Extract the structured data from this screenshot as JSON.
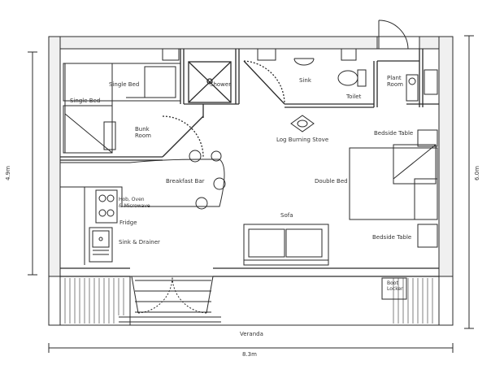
{
  "labels": {
    "single_bed_1": "Single Bed",
    "single_bed_2": "Single Bed",
    "shower": "Shower",
    "sink": "Sink",
    "toilet": "Toilet",
    "plant_room_1": "Plant",
    "plant_room_2": "Room",
    "bunk_room_1": "Bunk",
    "bunk_room_2": "Room",
    "log_burning_stove": "Log Burning Stove",
    "bedside_table_top": "Bedside Table",
    "breakfast_bar": "Breakfast Bar",
    "double_bed": "Double Bed",
    "hob_1": "Hob, Oven",
    "hob_2": "& Microwave",
    "fridge": "Fridge",
    "sofa": "Sofa",
    "sink_drainer": "Sink & Drainer",
    "bedside_table_bottom": "Bedside Table",
    "boot_locker_1": "Boot",
    "boot_locker_2": "Locker",
    "veranda": "Veranda"
  },
  "dimensions": {
    "left_height": "4.9m",
    "right_height": "6.0m",
    "bottom_width": "8.3m"
  }
}
